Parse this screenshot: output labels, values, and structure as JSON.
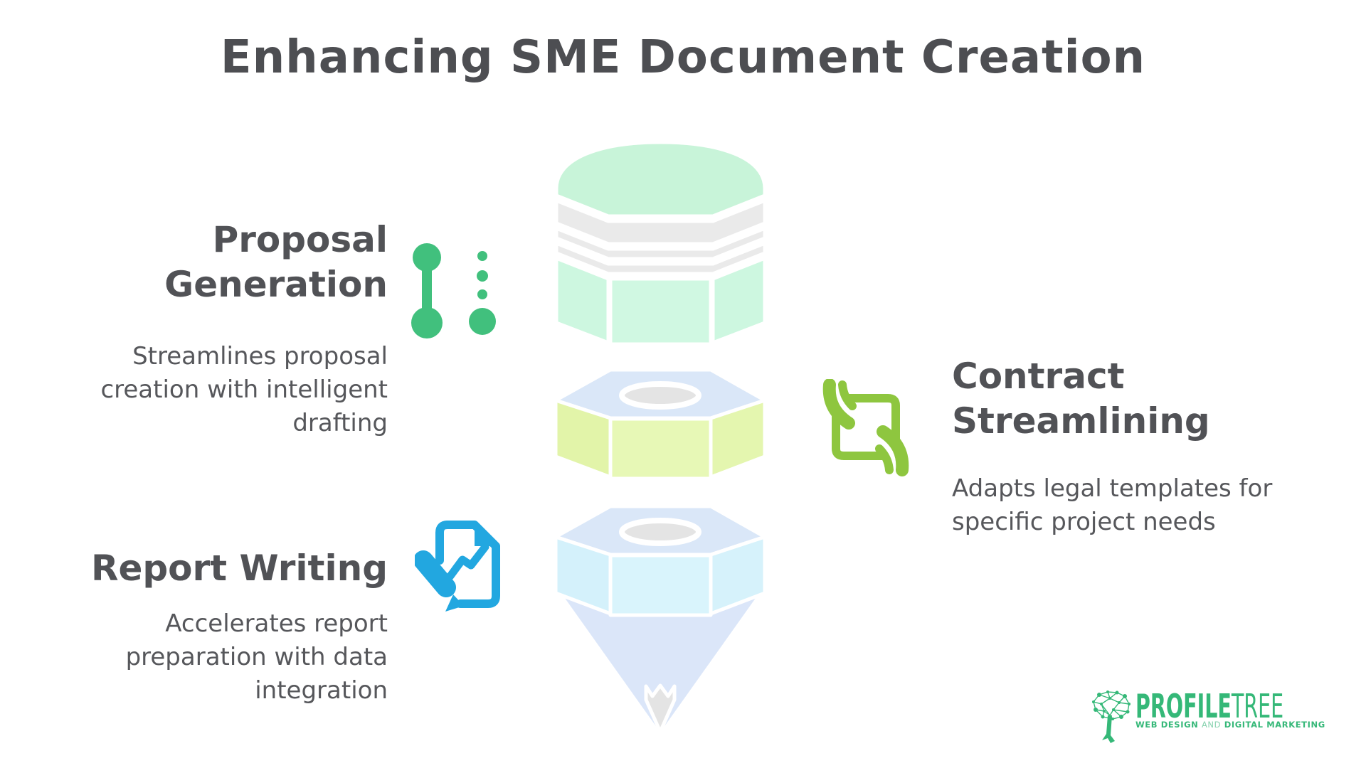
{
  "title": "Enhancing SME Document Creation",
  "sections": {
    "proposal": {
      "heading": "Proposal\nGeneration",
      "description": "Streamlines proposal\ncreation with intelligent\ndrafting",
      "icon": "milestone-steps-icon",
      "icon_color": "#41c07d"
    },
    "contract": {
      "heading": "Contract\nStreamlining",
      "description": "Adapts legal templates for\nspecific project needs",
      "icon": "document-handover-icon",
      "icon_color": "#8ec63f"
    },
    "report": {
      "heading": "Report Writing",
      "description": "Accelerates report\npreparation with data\nintegration",
      "icon": "report-pen-chart-icon",
      "icon_color": "#22a7e0"
    }
  },
  "graphic": {
    "name": "document-creation-funnel",
    "top_drum": {
      "dome_fill": "#c8f4d9",
      "side_fill": "#cdf7e0",
      "band_fill": "#eaeaea"
    },
    "middle_nut": {
      "top_fill": "#dae7f8",
      "side_fill": "#e5f7b0",
      "hole_fill": "#e4e4e4"
    },
    "bottom_nut": {
      "top_fill": "#dae7f8",
      "side_fill": "#d7f3fc",
      "hole_fill": "#e4e4e4"
    },
    "cone_fill": "#dbe6f9",
    "arrow_fill": "#e4e4e4"
  },
  "logo": {
    "brand_bold": "PROFILE",
    "brand_light": "TREE",
    "tagline_web": "WEB DESIGN",
    "tagline_and": "AND",
    "tagline_marketing": "DIGITAL MARKETING",
    "brand_color": "#35b878"
  },
  "text_color": "#515256"
}
